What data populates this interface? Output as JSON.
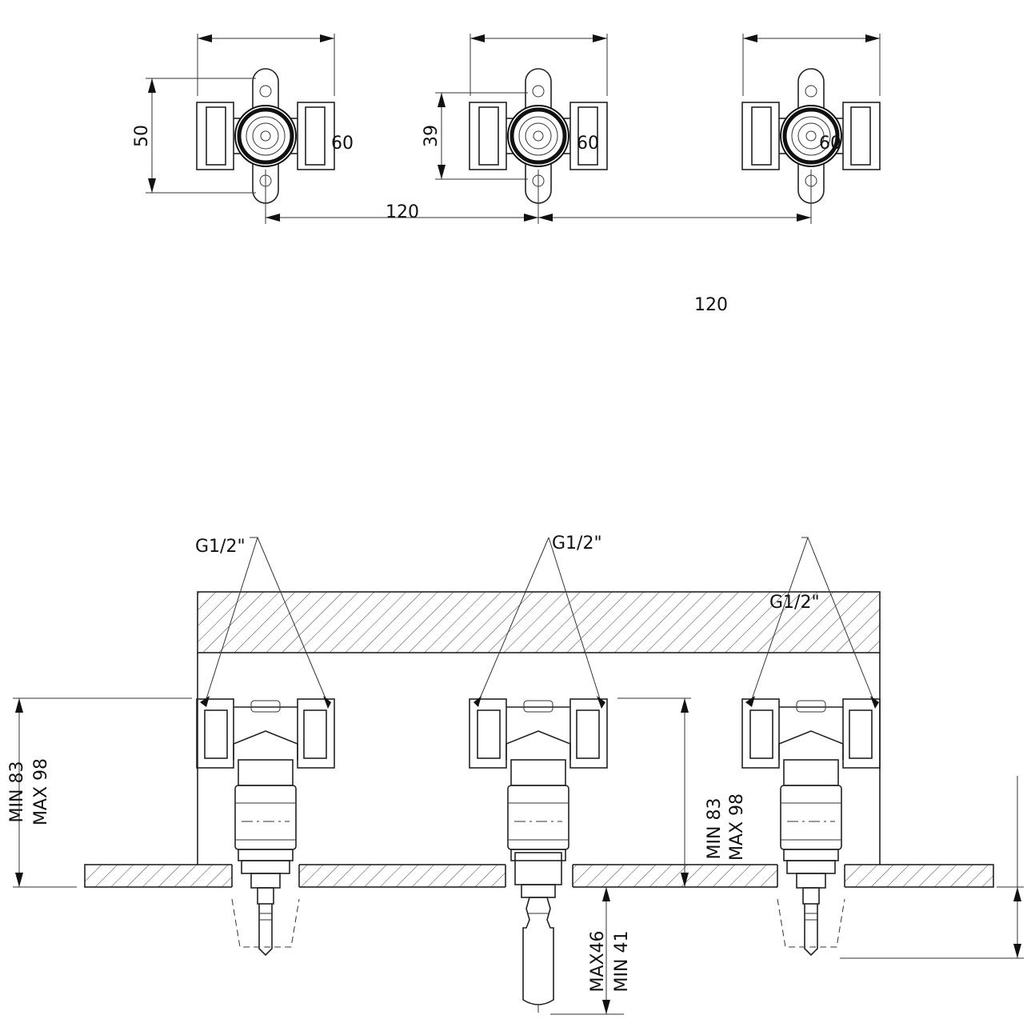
{
  "top_view": {
    "dims": {
      "height_left": "50",
      "height_mid": "39",
      "width_left": "60",
      "width_mid": "60",
      "width_right": "60",
      "spacing_a": "120",
      "spacing_b": "120"
    }
  },
  "front_view": {
    "thread_labels": [
      "G1/2\"",
      "G1/2\"",
      "G1/2\""
    ],
    "depth_left": {
      "min": "MIN 83",
      "max": "MAX 98"
    },
    "depth_mid": {
      "min": "MIN 83",
      "max": "MAX 98"
    },
    "stem": {
      "max": "MAX46",
      "min": "MIN 41"
    }
  }
}
